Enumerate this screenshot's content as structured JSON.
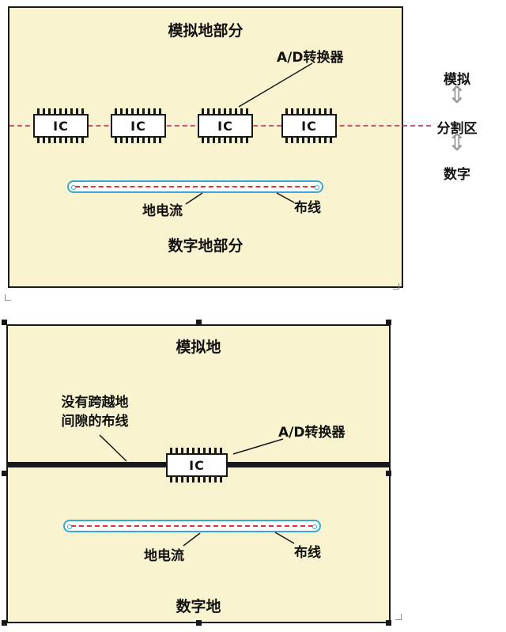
{
  "palette": {
    "diagram_background": "#faf3d0",
    "outline": "#181818",
    "split_line_color": "#cc5577",
    "trace_outline_color": "#35a8d5",
    "trace_dash_color": "#e03333",
    "arrow_color": "#999999"
  },
  "top_diagram": {
    "title_top": "模拟地部分",
    "adc_label": "A/D转换器",
    "ic_labels": [
      "IC",
      "IC",
      "IC",
      "IC"
    ],
    "ground_current_label": "地电流",
    "trace_label": "布线",
    "title_bottom": "数字地部分"
  },
  "side_labels": {
    "analog": "模拟",
    "split": "分割区",
    "digital": "数字",
    "arrow_glyph": "⇕"
  },
  "bottom_diagram": {
    "title_top": "模拟地",
    "no_cross_line1": "没有跨越地",
    "no_cross_line2": "间隙的布线",
    "adc_label": "A/D转换器",
    "ic_label": "IC",
    "ground_current_label": "地电流",
    "trace_label": "布线",
    "title_bottom": "数字地"
  }
}
